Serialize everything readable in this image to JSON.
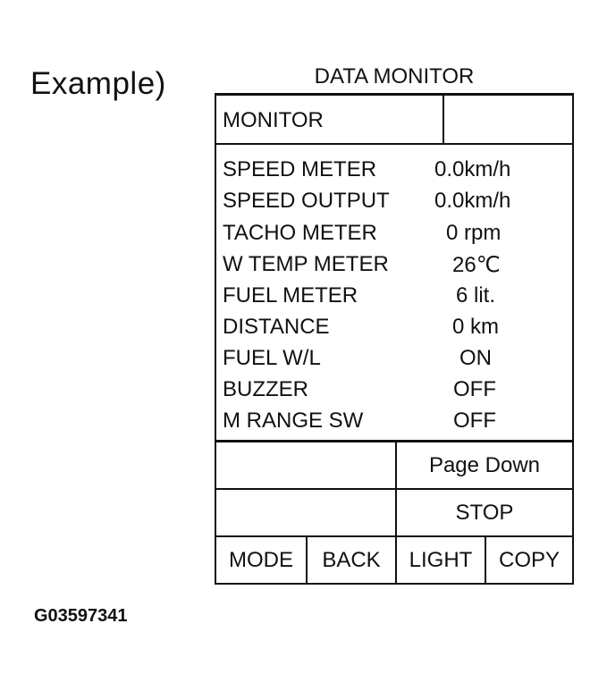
{
  "example_label": "Example)",
  "screen_title": "DATA MONITOR",
  "monitor_label": "MONITOR",
  "data_rows": [
    {
      "name": "SPEED METER",
      "value": "0.0km/h"
    },
    {
      "name": "SPEED OUTPUT",
      "value": "0.0km/h"
    },
    {
      "name": "TACHO METER",
      "value": "0 rpm"
    },
    {
      "name": "W TEMP METER",
      "value": "26℃"
    },
    {
      "name": "FUEL METER",
      "value": "6 lit."
    },
    {
      "name": "DISTANCE",
      "value": "0 km"
    },
    {
      "name": "FUEL W/L",
      "value": "ON"
    },
    {
      "name": "BUZZER",
      "value": "OFF"
    },
    {
      "name": "M RANGE SW",
      "value": "OFF"
    }
  ],
  "buttons": {
    "page_down": "Page Down",
    "stop": "STOP",
    "mode": "MODE",
    "back": "BACK",
    "light": "LIGHT",
    "copy": "COPY"
  },
  "figure_code": "G03597341"
}
